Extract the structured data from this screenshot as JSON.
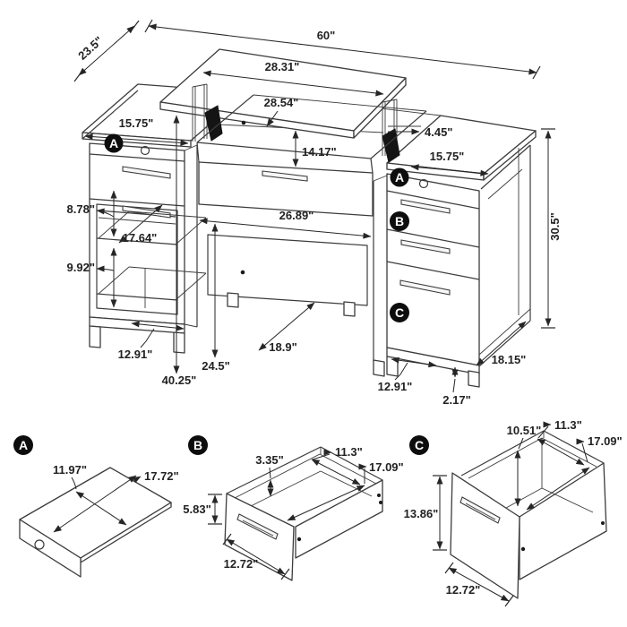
{
  "badges": {
    "a": "A",
    "b": "B",
    "c": "C"
  },
  "main_view": {
    "overall_width": "60\"",
    "overall_depth": "23.5\"",
    "overall_height": "30.5\"",
    "lift_top_width": "28.31\"",
    "lift_top_open_depth": "28.54\"",
    "lift_gap": "4.45\"",
    "left_top_width": "15.75\"",
    "right_top_width": "15.75\"",
    "lift_rise": "14.17\"",
    "upper_shelf_height": "8.78\"",
    "shelf_depth": "17.64\"",
    "lower_shelf_height": "9.92\"",
    "knee_width": "26.89\"",
    "left_base_width": "12.91\"",
    "lift_top_height": "40.25\"",
    "knee_height": "24.5\"",
    "knee_depth": "18.9\"",
    "pedestal_depth": "18.15\"",
    "right_base_width": "12.91\"",
    "base_height": "2.17\""
  },
  "detail_a": {
    "badge": "A",
    "depth": "11.97\"",
    "width": "17.72\""
  },
  "detail_b": {
    "badge": "B",
    "inner_height": "3.35\"",
    "inner_width": "11.3\"",
    "inner_depth": "17.09\"",
    "front_height": "5.83\"",
    "front_width": "12.72\""
  },
  "detail_c": {
    "badge": "C",
    "inner_height": "10.51\"",
    "inner_width": "11.3\"",
    "inner_depth": "17.09\"",
    "front_height": "13.86\"",
    "front_width": "12.72\""
  }
}
